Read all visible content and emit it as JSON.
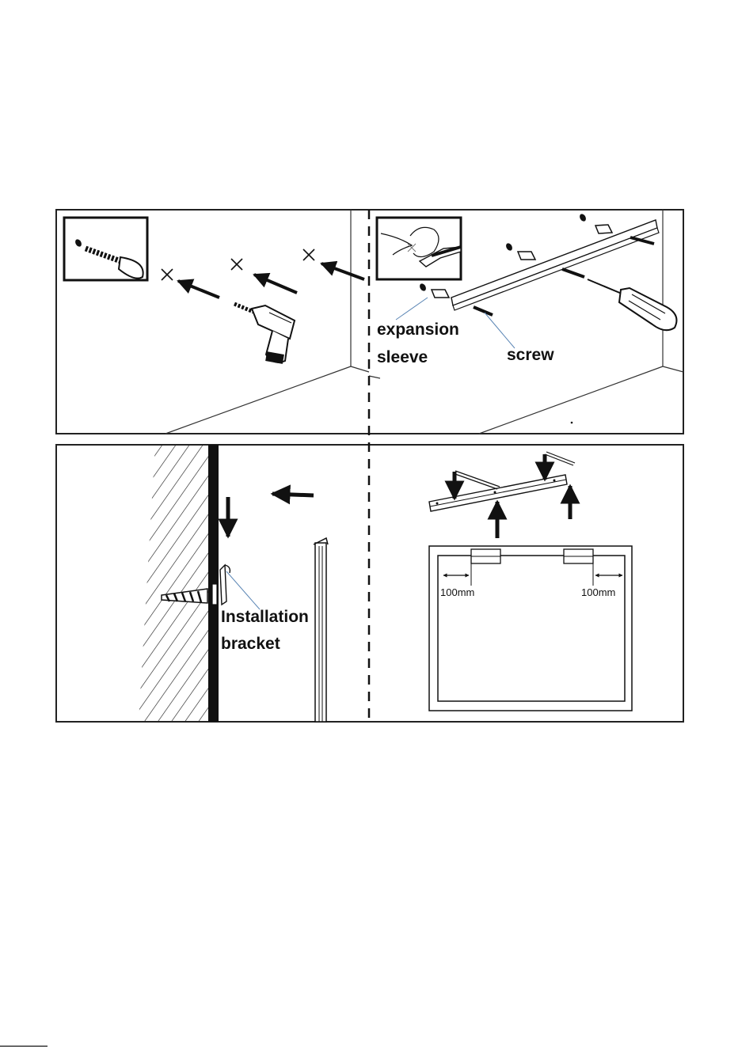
{
  "labels": {
    "expansion_sleeve_line1": "expansion",
    "expansion_sleeve_line2": "sleeve",
    "screw": "screw",
    "installation_bracket_line1": "Installation",
    "installation_bracket_line2": "bracket",
    "distance_left": "100mm",
    "distance_right": "100mm"
  },
  "colors": {
    "ink": "#111111",
    "leader_line": "#5b86b5",
    "background": "#ffffff"
  }
}
